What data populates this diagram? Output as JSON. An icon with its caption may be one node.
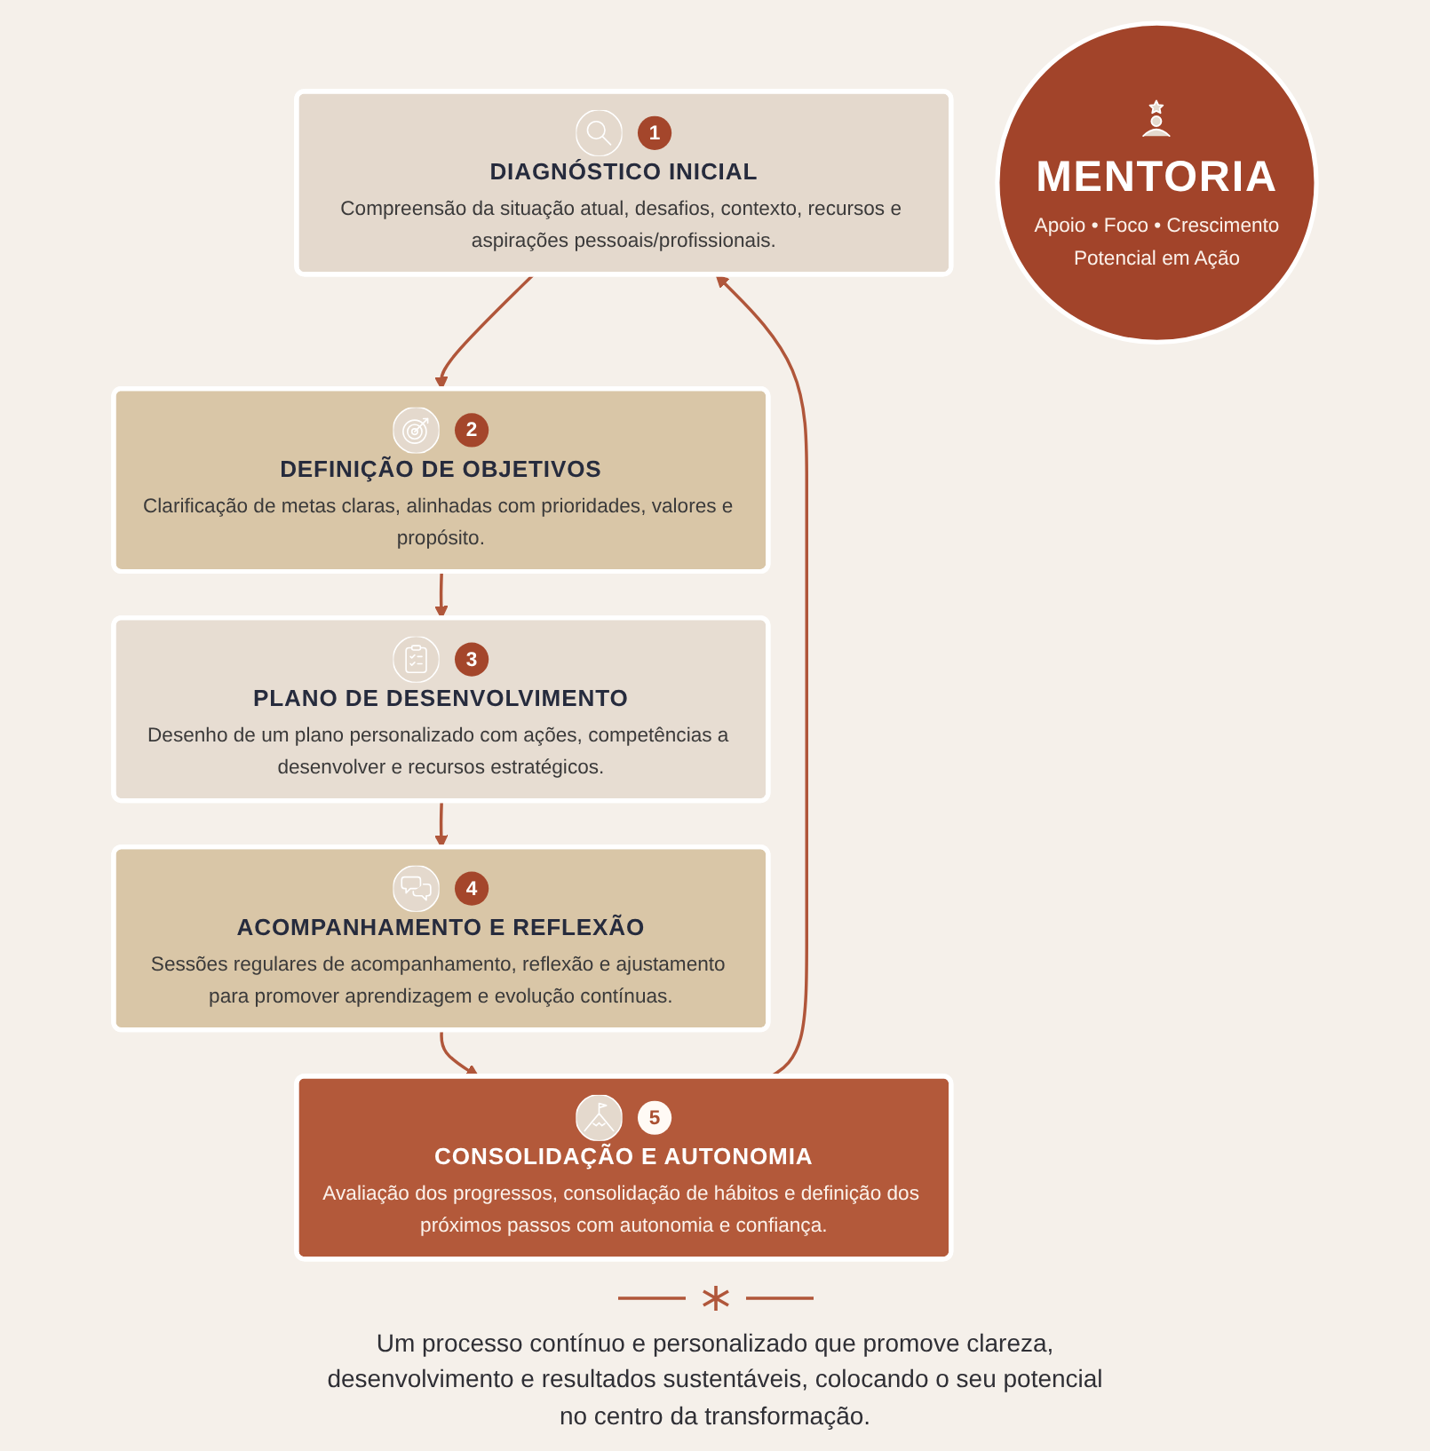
{
  "diagram": {
    "nodes": [
      {
        "text": [
          "1",
          "DIAGNÓSTICO INICIAL",
          "Compreensão da situação atual, desafios, contexto, recursos e aspirações pessoais/profissionais."
        ]
      },
      {
        "text": [
          "2",
          "DEFINIÇÃO DE OBJETIVOS",
          "Clarificação de metas claras, alinhadas com prioridades, valores e propósito."
        ]
      },
      {
        "text": [
          "3",
          "PLANO DE DESENVOLVIMENTO",
          "Desenho de um plano personalizado com ações, competências a desenvolver e recursos estratégicos."
        ]
      },
      {
        "text": [
          "4",
          "ACOMPANHAMENTO E REFLEXÃO",
          "Sessões regulares de acompanhamento, reflexão e ajustamento para promover aprendizagem e evolução contínuas."
        ]
      },
      {
        "text": [
          "5",
          "CONSOLIDAÇÃO E AUTONOMIA",
          "Avaliação dos progressos, consolidação de hábitos e definição dos próximos passos com autonomia e confiança."
        ]
      },
      {
        "text": [
          "MENTORIA",
          "Apoio • Foco • Crescimento",
          "Potencial em Ação"
        ]
      }
    ],
    "edges": [
      {
        "from": 0,
        "to": 1,
        "arrow": "to"
      },
      {
        "from": 1,
        "to": 2,
        "arrow": "to"
      },
      {
        "from": 2,
        "to": 3,
        "arrow": "to"
      },
      {
        "from": 3,
        "to": 4,
        "arrow": "to"
      },
      {
        "from": 4,
        "to": 0,
        "arrow": "to"
      }
    ],
    "caption": "Um processo contínuo e personalizado que promove clareza, desenvolvimento e resultados sustentáveis, colocando o seu potencial no centro da transformação."
  }
}
